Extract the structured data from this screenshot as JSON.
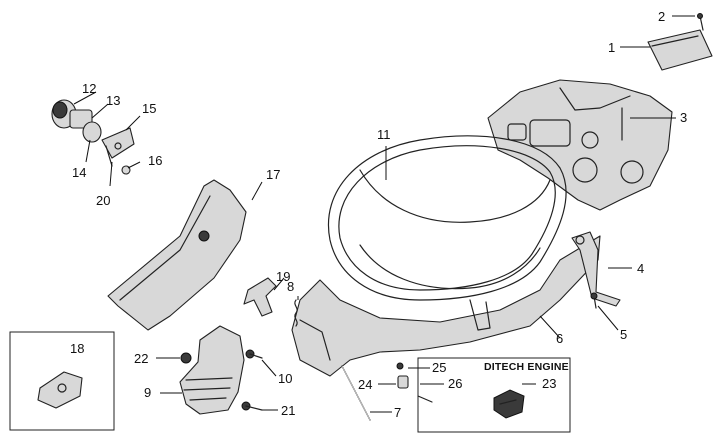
{
  "callouts": {
    "n1": "1",
    "n2": "2",
    "n3": "3",
    "n4": "4",
    "n5": "5",
    "n6": "6",
    "n7": "7",
    "n8": "8",
    "n9": "9",
    "n10": "10",
    "n11": "11",
    "n12": "12",
    "n13": "13",
    "n14": "14",
    "n15": "15",
    "n16": "16",
    "n17": "17",
    "n18": "18",
    "n19": "19",
    "n20": "20",
    "n21": "21",
    "n22": "22",
    "n23": "23",
    "n24": "24",
    "n25": "25",
    "n26": "26"
  },
  "inset_box": {
    "title": "DITECH ENGINE"
  },
  "colors": {
    "line": "#222222",
    "fill": "#d8d8d8"
  }
}
